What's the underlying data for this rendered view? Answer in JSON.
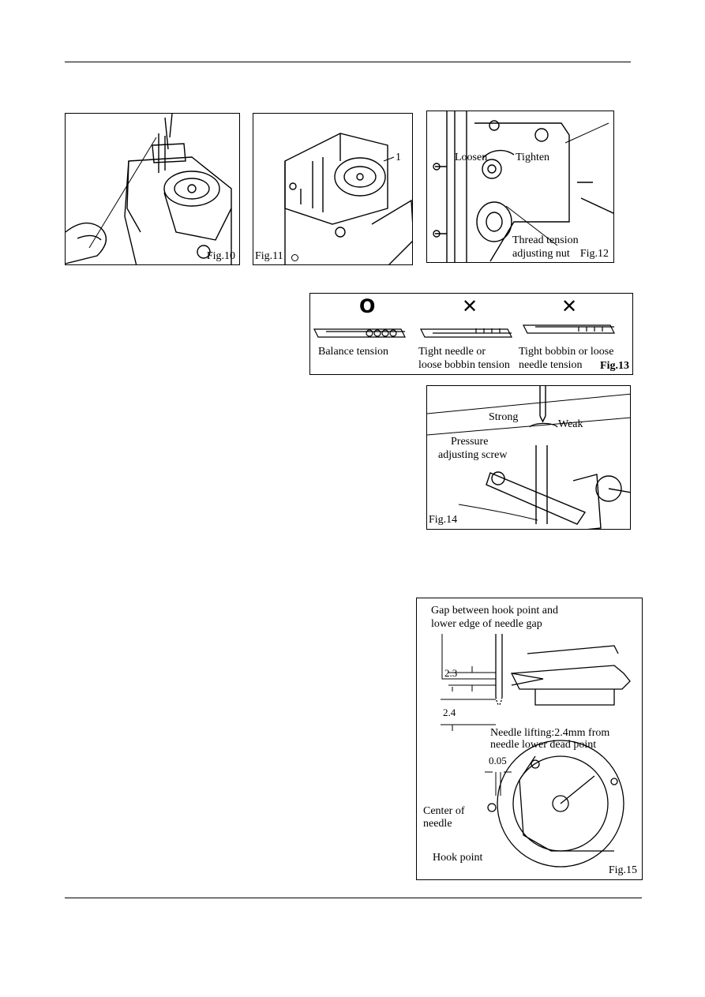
{
  "figures": {
    "fig10": {
      "caption": "Fig.10"
    },
    "fig11": {
      "caption": "Fig.11",
      "callout": "1"
    },
    "fig12": {
      "caption": "Fig.12",
      "loosen": "Loosen",
      "tighten": "Tighten",
      "nut_line1": "Thread tension",
      "nut_line2": "adjusting nut"
    },
    "fig13": {
      "caption": "Fig.13",
      "panels": [
        {
          "mark": "O",
          "line1": "Balance tension",
          "line2": ""
        },
        {
          "mark": "✕",
          "line1": "Tight needle or",
          "line2": "loose bobbin tension"
        },
        {
          "mark": "✕",
          "line1": "Tight bobbin or loose",
          "line2": "needle tension"
        }
      ]
    },
    "fig14": {
      "caption": "Fig.14",
      "strong": "Strong",
      "weak": "Weak",
      "screw_line1": "Pressure",
      "screw_line2": "adjusting screw"
    },
    "fig15": {
      "caption": "Fig.15",
      "gap_line1": "Gap between hook point and",
      "gap_line2": "lower edge of needle gap",
      "dim_gap": "2.3",
      "dim_lift": "2.4",
      "lift_line1": "Needle lifting:2.4mm from",
      "lift_line2": "needle lower dead point",
      "dim_clearance": "0.05",
      "center_line1": "Center of",
      "center_line2": "needle",
      "hook_point": "Hook point"
    }
  }
}
